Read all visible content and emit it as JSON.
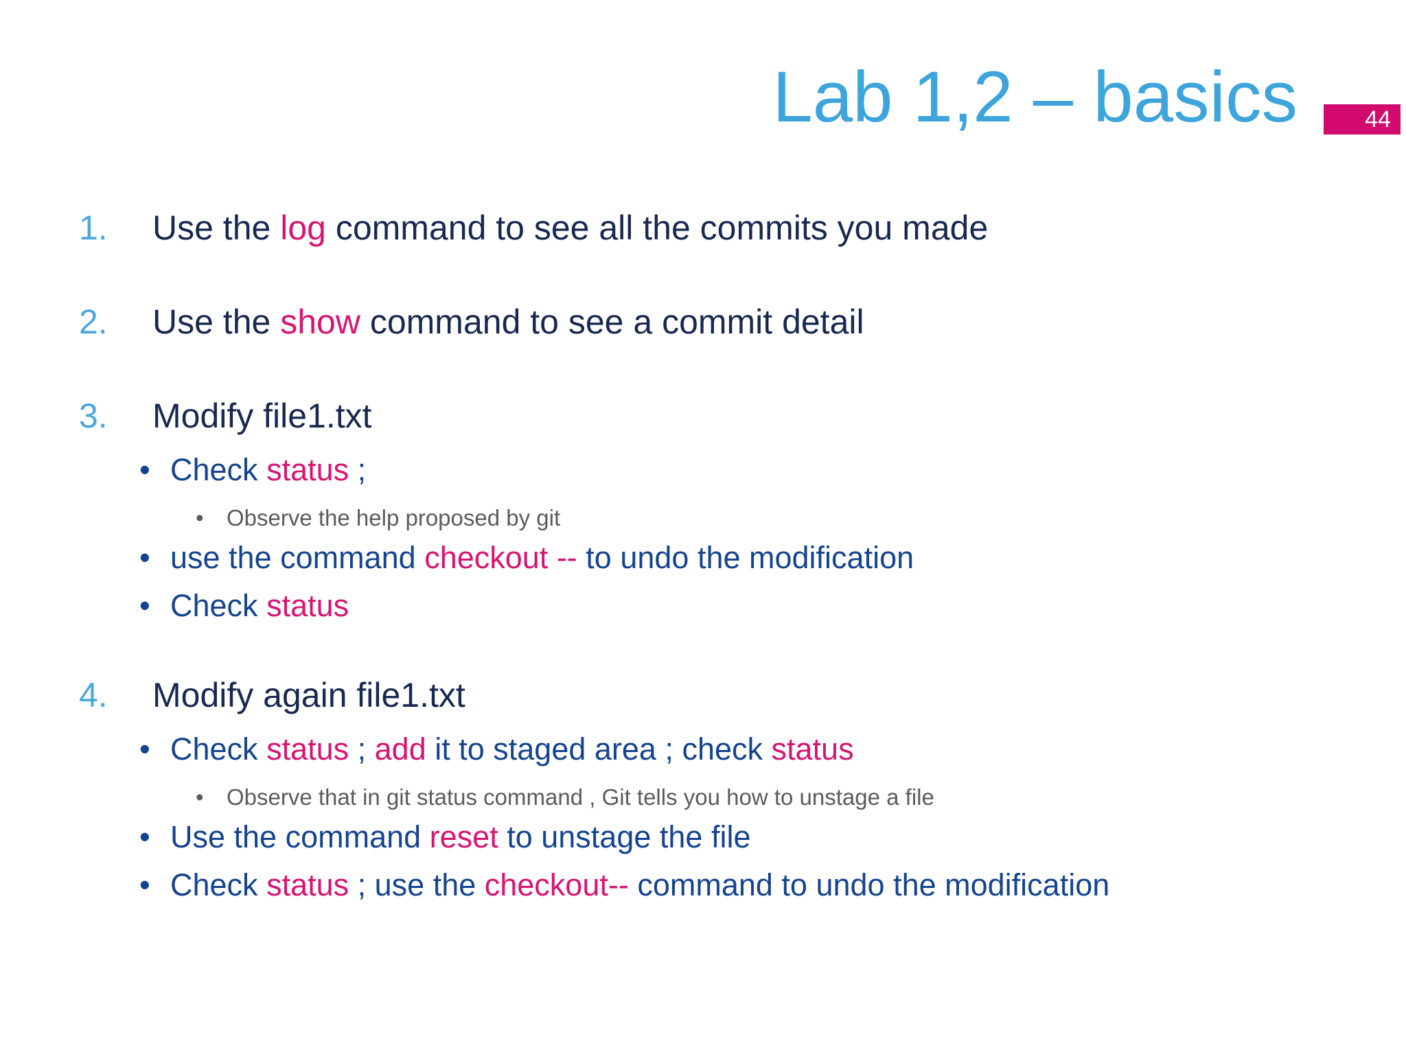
{
  "slide": {
    "title": "Lab 1,2 – basics",
    "page_number": "44",
    "colors": {
      "title": "#3DA5DC",
      "number": "#4BA8DE",
      "navy": "#18284E",
      "blue": "#15448F",
      "magenta": "#D81472",
      "gray": "#5B5B5B",
      "badge_bg": "#D20A6E",
      "badge_text": "#FFFFFF",
      "background": "#FFFFFF"
    },
    "items": [
      {
        "number": "1.",
        "segments": [
          {
            "t": "Use the ",
            "c": "navy"
          },
          {
            "t": "log",
            "c": "magenta"
          },
          {
            "t": " command to see all the commits you made",
            "c": "navy"
          }
        ],
        "children": []
      },
      {
        "number": "2.",
        "segments": [
          {
            "t": "Use the ",
            "c": "navy"
          },
          {
            "t": "show",
            "c": "magenta"
          },
          {
            "t": " command to see a commit detail",
            "c": "navy"
          }
        ],
        "children": []
      },
      {
        "number": "3.",
        "segments": [
          {
            "t": "Modify file1.txt",
            "c": "navy"
          }
        ],
        "children": [
          {
            "level": 1,
            "segments": [
              {
                "t": "Check ",
                "c": "blue"
              },
              {
                "t": "status",
                "c": "magenta"
              },
              {
                "t": " ;",
                "c": "blue"
              }
            ]
          },
          {
            "level": 2,
            "segments": [
              {
                "t": "Observe the help proposed by git",
                "c": "gray"
              }
            ]
          },
          {
            "level": 1,
            "segments": [
              {
                "t": "use the command ",
                "c": "blue"
              },
              {
                "t": "checkout --",
                "c": "magenta"
              },
              {
                "t": " to undo the modification",
                "c": "blue"
              }
            ]
          },
          {
            "level": 1,
            "segments": [
              {
                "t": "Check ",
                "c": "blue"
              },
              {
                "t": "status",
                "c": "magenta"
              }
            ]
          }
        ]
      },
      {
        "number": "4.",
        "segments": [
          {
            "t": "Modify again file1.txt",
            "c": "navy"
          }
        ],
        "children": [
          {
            "level": 1,
            "segments": [
              {
                "t": "Check ",
                "c": "blue"
              },
              {
                "t": "status",
                "c": "magenta"
              },
              {
                "t": " ; ",
                "c": "blue"
              },
              {
                "t": "add",
                "c": "magenta"
              },
              {
                "t": " it to staged area ; check ",
                "c": "blue"
              },
              {
                "t": "status",
                "c": "magenta"
              }
            ]
          },
          {
            "level": 2,
            "segments": [
              {
                "t": "Observe that in git status command , Git tells you how to unstage a file",
                "c": "gray"
              }
            ]
          },
          {
            "level": 1,
            "segments": [
              {
                "t": "Use the command ",
                "c": "blue"
              },
              {
                "t": "reset",
                "c": "magenta"
              },
              {
                "t": " to unstage the file",
                "c": "blue"
              }
            ]
          },
          {
            "level": 1,
            "segments": [
              {
                "t": "Check ",
                "c": "blue"
              },
              {
                "t": "status",
                "c": "magenta"
              },
              {
                "t": " ; use the ",
                "c": "blue"
              },
              {
                "t": "checkout--",
                "c": "magenta"
              },
              {
                "t": " command to undo the modification",
                "c": "blue"
              }
            ]
          }
        ]
      }
    ]
  }
}
